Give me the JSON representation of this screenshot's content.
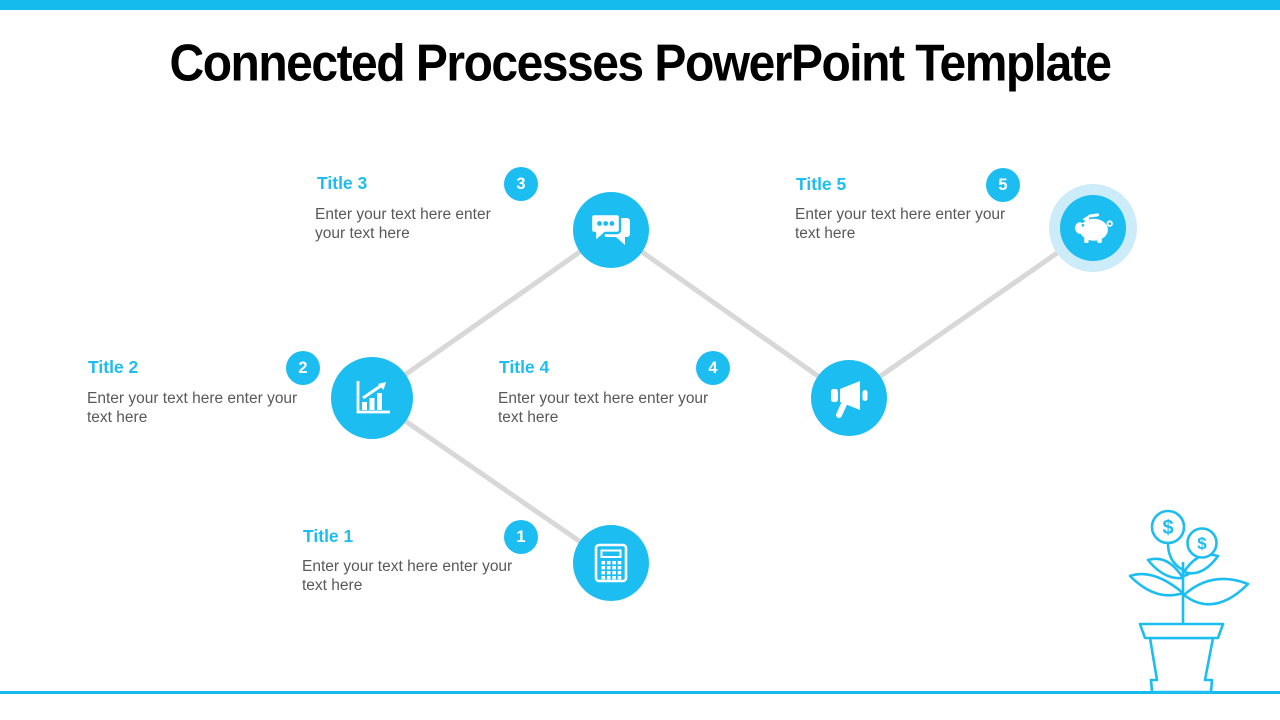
{
  "slide": {
    "title": "Connected Processes PowerPoint Template"
  },
  "steps": [
    {
      "number": "1",
      "title": "Title 1",
      "description": "Enter your text here enter your text here",
      "icon": "calculator-icon"
    },
    {
      "number": "2",
      "title": "Title 2",
      "description": "Enter your text here enter your text here",
      "icon": "bar-chart-icon"
    },
    {
      "number": "3",
      "title": "Title 3",
      "description": "Enter your text here enter your text here",
      "icon": "chat-bubbles-icon"
    },
    {
      "number": "4",
      "title": "Title 4",
      "description": "Enter your text here enter your text here",
      "icon": "megaphone-icon"
    },
    {
      "number": "5",
      "title": "Title 5",
      "description": "Enter your text here enter your text here",
      "icon": "piggy-bank-icon"
    }
  ],
  "decoration": {
    "money_plant_coin_1": "$",
    "money_plant_coin_2": "$"
  },
  "colors": {
    "accent": "#1cbdf0",
    "accent_pale": "#cdecfa",
    "connector": "#d8d8d8",
    "body_text": "#595959",
    "title_text": "#000000"
  }
}
